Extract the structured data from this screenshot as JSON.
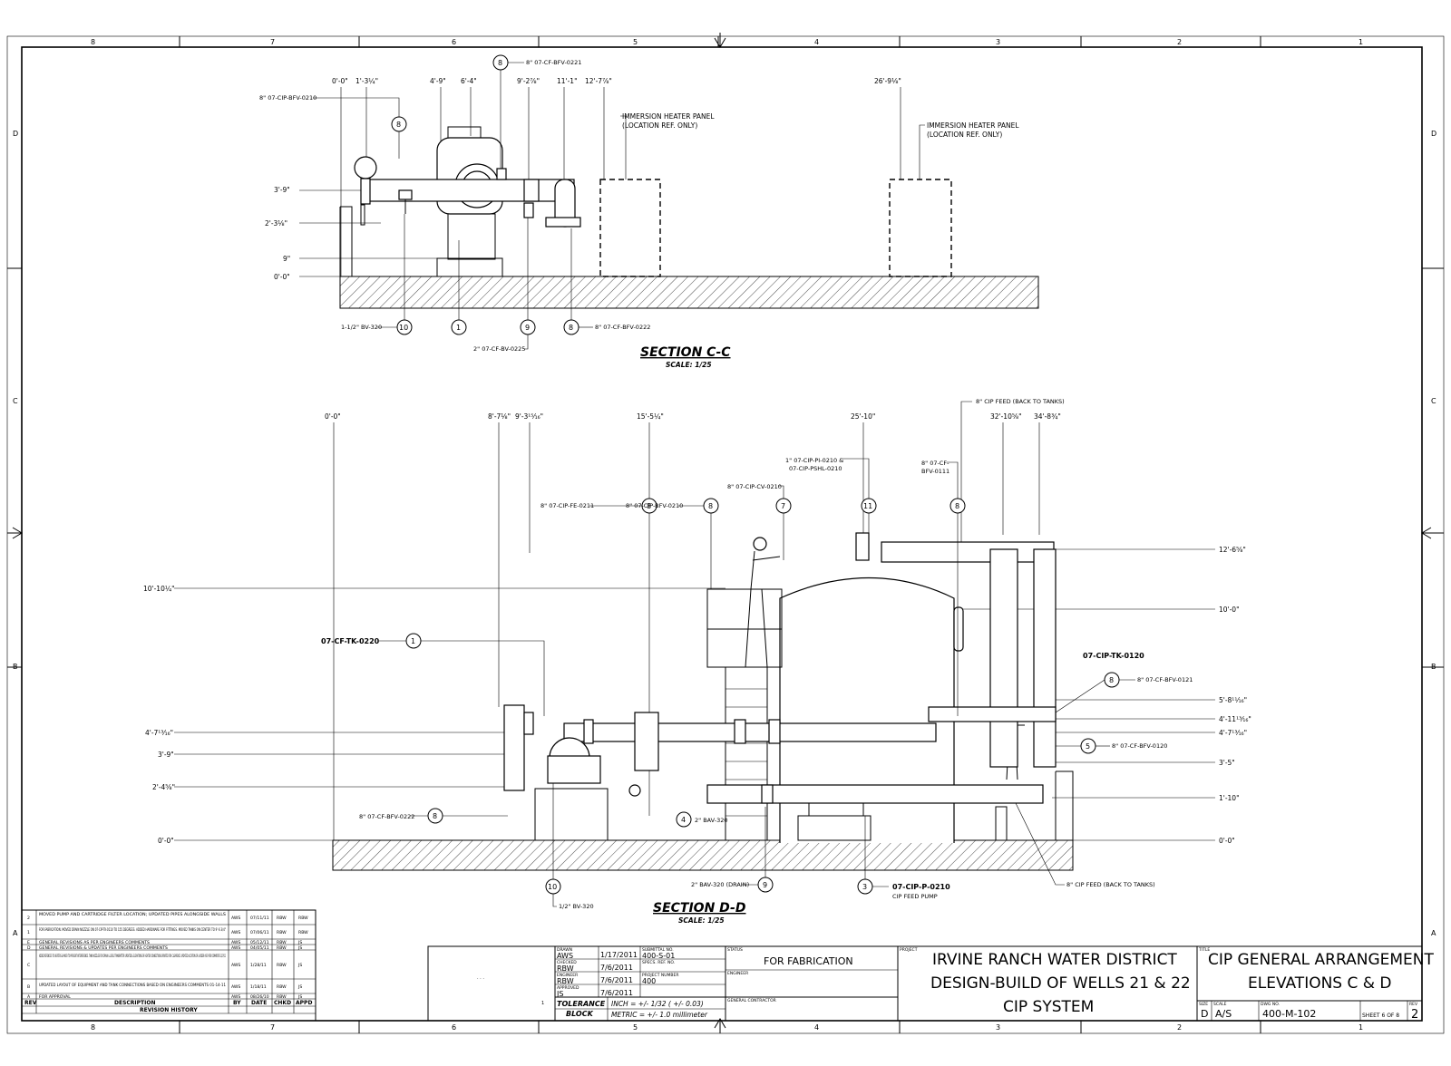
{
  "border": {
    "cols_top": [
      "8",
      "7",
      "6",
      "5",
      "4",
      "3",
      "2",
      "1"
    ],
    "cols_bottom": [
      "8",
      "7",
      "6",
      "5",
      "4",
      "3",
      "2",
      "1"
    ],
    "rows_left": [
      "D",
      "C",
      "B",
      "A"
    ],
    "rows_right": [
      "D",
      "C",
      "B",
      "A"
    ]
  },
  "section_cc": {
    "title": "SECTION C-C",
    "scale": "SCALE: 1/25",
    "dims_top": [
      "0'-0\"",
      "1'-3¼\"",
      "4'-9\"",
      "6'-4\"",
      "9'-2⅞\"",
      "11'-1\"",
      "12'-7⅞\"",
      "26'-9⅛\""
    ],
    "dims_left": [
      "3'-9\"",
      "2'-3⅛\"",
      "9\"",
      "0'-0\""
    ],
    "callouts": [
      "8\" 07-CF-BFV-0221",
      "8\" 07-CIP-BFV-0210",
      "1-1/2\" BV-320",
      "2\" 07-CF-BV-0225",
      "8\" 07-CF-BFV-0222"
    ],
    "bubbles": [
      "8",
      "8",
      "10",
      "1",
      "9",
      "8"
    ],
    "panel_note_1": "IMMERSION HEATER PANEL",
    "panel_note_1b": "(LOCATION REF. ONLY)",
    "panel_note_2": "IMMERSION HEATER PANEL",
    "panel_note_2b": "(LOCATION REF. ONLY)"
  },
  "section_dd": {
    "title": "SECTION D-D",
    "scale": "SCALE: 1/25",
    "dims_top": [
      "0'-0\"",
      "8'-7⅛\"",
      "9'-3¹⁵⁄₁₆\"",
      "15'-5¼\"",
      "25'-10\"",
      "32'-10⅝\"",
      "34'-8¾\""
    ],
    "dims_left": [
      "10'-10¼\"",
      "4'-7¹³⁄₁₆\"",
      "3'-9\"",
      "2'-4⅝\"",
      "0'-0\""
    ],
    "dims_right": [
      "12'-6⅝\"",
      "10'-0\"",
      "5'-8¹¹⁄₁₆\"",
      "4'-11¹³⁄₁₆\"",
      "4'-7¹³⁄₁₆\"",
      "3'-5\"",
      "1'-10\"",
      "0'-0\""
    ],
    "tag_tank_cf": "07-CF-TK-0220",
    "tag_tank_cip": "07-CIP-TK-0120",
    "tag_pump": "07-CIP-P-0210",
    "tag_pump_sub": "CIP FEED PUMP",
    "callout_feed_top": "8\" CIP FEED (BACK TO TANKS)",
    "callout_pi": "1\" 07-CIP-PI-0210 &",
    "callout_pi2": "07-CIP-PSHL-0210",
    "callout_cv": "8\" 07-CIP-CV-0210",
    "callout_fe": "8\" 07-CIP-FE-0211",
    "callout_bfv0210": "8\" 07-CIP-BFV-0210",
    "callout_bfv0111": "8\" 07-CF-",
    "callout_bfv0111b": "BFV-0111",
    "callout_bfv0121": "8\" 07-CF-BFV-0121",
    "callout_bfv0120": "8\" 07-CF-BFV-0120",
    "callout_bfv0222": "8\" 07-CF-BFV-0222",
    "callout_bav320": "2\" BAV-320",
    "callout_bav320drain": "2\" BAV-320 (DRAIN)",
    "callout_bv320": "1/2\" BV-320",
    "callout_feed_bottom": "8\" CIP FEED (BACK TO TANKS)",
    "bubbles": {
      "b1": "1",
      "b7": "7",
      "b8a": "8",
      "b8b": "8",
      "b8c": "8",
      "b8d": "8",
      "b11": "11",
      "b5": "5",
      "b8e": "8",
      "b4": "4",
      "b10": "10",
      "b9": "9",
      "b3": "3"
    }
  },
  "revisions": {
    "rows": [
      {
        "rev": "2",
        "desc": "MOVED PUMP AND CARTRIDGE FILTER LOCATION; UPDATED PIPES ALONGSIDE WALLS",
        "by": "AWS",
        "date": "07/11/11",
        "chkd": "RBW",
        "appd": "RBW"
      },
      {
        "rev": "1",
        "desc": "FOR FABRICATION. MOVED DRAIN NOZZLE ON 07-CIP-TK-0110 TO 155 DEGREES. ADDED HARDWARE FOR FITTINGS. MOVED TANKS ON CENTER TO 9'-6 3/4\"",
        "by": "AWS",
        "date": "07/06/11",
        "chkd": "RBW",
        "appd": "RBW"
      },
      {
        "rev": "E",
        "desc": "GENERAL REVISIONS AS PER ENGINEERS COMMENTS",
        "by": "AWS",
        "date": "05/12/11",
        "chkd": "RBW",
        "appd": "JS"
      },
      {
        "rev": "D",
        "desc": "GENERAL REVISIONS & UPDATES PER ENGINEERS COMMENTS",
        "by": "AWS",
        "date": "04/05/11",
        "chkd": "RBW",
        "appd": "JS"
      },
      {
        "rev": "C",
        "desc": "ADDED REFENCES TO HEATERS & MIXER TO PREVENT INTERFERENCE. TANK NOZZLES FOR DRAIN & LEVEL TRANSMITTER UPDATED & ELEVATIONS OF HEATER CONNECTIONS UPDATED FOR CLEARENCE. UPDATED LOCATION OF LADDER ASSY PER COMMENTS 1/27/11",
        "by": "AWS",
        "date": "1/28/11",
        "chkd": "RBW",
        "appd": "JS"
      },
      {
        "rev": "B",
        "desc": "UPDATED LAYOUT OF EQUIPMENT AND TANK CONNECTIONS BASED ON ENGINEERS COMMENTS 01-14-11",
        "by": "AWS",
        "date": "1/18/11",
        "chkd": "RBW",
        "appd": "JS"
      },
      {
        "rev": "A",
        "desc": "FOR APPROVAL",
        "by": "AWS",
        "date": "08/26/10",
        "chkd": "RBW",
        "appd": "JS"
      }
    ],
    "head": {
      "rev": "REV",
      "desc": "DESCRIPTION",
      "by": "BY",
      "date": "DATE",
      "chkd": "CHKD",
      "appd": "APPD"
    },
    "footer": "REVISION HISTORY"
  },
  "title_block": {
    "drawn_lbl": "DRAWN",
    "drawn": "AWS",
    "drawn_date": "1/17/2011",
    "checked_lbl": "CHECKED",
    "checked": "RBW",
    "checked_date": "7/6/2011",
    "engineer_lbl": "ENGINEER",
    "engineer": "RBW",
    "engineer_date": "7/6/2011",
    "approved_lbl": "APPROVED",
    "approved": "JS",
    "approved_date": "7/6/2011",
    "submittal_lbl": "SUBMITTAL NO.",
    "submittal": "400-S-01",
    "spec_lbl": "SPECS. REF. NO.",
    "project_no_lbl": "PROJECT NUMBER",
    "project_no": "400",
    "status_lbl": "STATUS",
    "status": "FOR FABRICATION",
    "engineer_field_lbl": "ENGINEER",
    "gc_lbl": "GENERAL CONTRACTOR",
    "project_lbl": "PROJECT",
    "project_l1": "IRVINE RANCH WATER DISTRICT",
    "project_l2": "DESIGN-BUILD OF WELLS 21 & 22",
    "project_l3": "CIP SYSTEM",
    "title_lbl": "TITLE",
    "title_l1": "CIP GENERAL ARRANGEMENT",
    "title_l2": "ELEVATIONS C & D",
    "size_lbl": "SIZE",
    "size": "D",
    "scale_lbl": "SCALE",
    "scale": "A/S",
    "dwg_lbl": "DWG NO.",
    "dwg": "400-M-102",
    "sheet": "SHEET 6  OF 8",
    "rev_lbl": "REV",
    "rev": "2",
    "tolerance_l1": "TOLERANCE",
    "tolerance_l2": "BLOCK",
    "inch": "INCH = +/- 1/32 ( +/- 0.03)",
    "metric": "METRIC = +/- 1.0 millimeter",
    "dots": ".   .   .",
    "num": "1"
  }
}
